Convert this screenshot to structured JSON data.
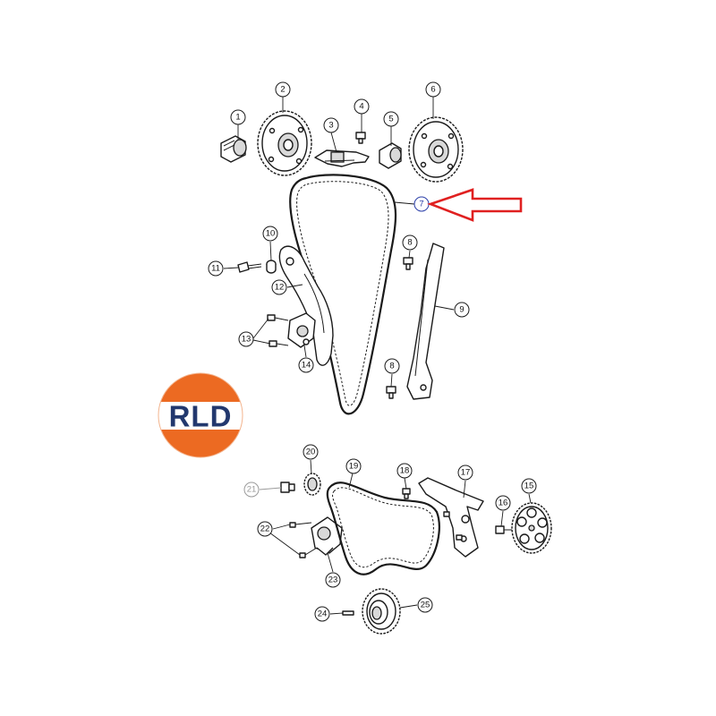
{
  "logo": {
    "text": "RLD",
    "colors": {
      "orange": "#ec6a22",
      "navy": "#22386e",
      "white": "#ffffff"
    }
  },
  "arrow": {
    "color": "#e02020",
    "points_to_label": "7"
  },
  "callouts": [
    {
      "label": "1"
    },
    {
      "label": "2"
    },
    {
      "label": "3"
    },
    {
      "label": "4"
    },
    {
      "label": "5"
    },
    {
      "label": "6"
    },
    {
      "label": "7"
    },
    {
      "label": "8"
    },
    {
      "label": "8"
    },
    {
      "label": "9"
    },
    {
      "label": "10"
    },
    {
      "label": "11"
    },
    {
      "label": "12"
    },
    {
      "label": "13"
    },
    {
      "label": "14"
    },
    {
      "label": "15"
    },
    {
      "label": "16"
    },
    {
      "label": "17"
    },
    {
      "label": "18"
    },
    {
      "label": "19"
    },
    {
      "label": "20"
    },
    {
      "label": "21"
    },
    {
      "label": "22"
    },
    {
      "label": "23"
    },
    {
      "label": "24"
    },
    {
      "label": "25"
    }
  ]
}
